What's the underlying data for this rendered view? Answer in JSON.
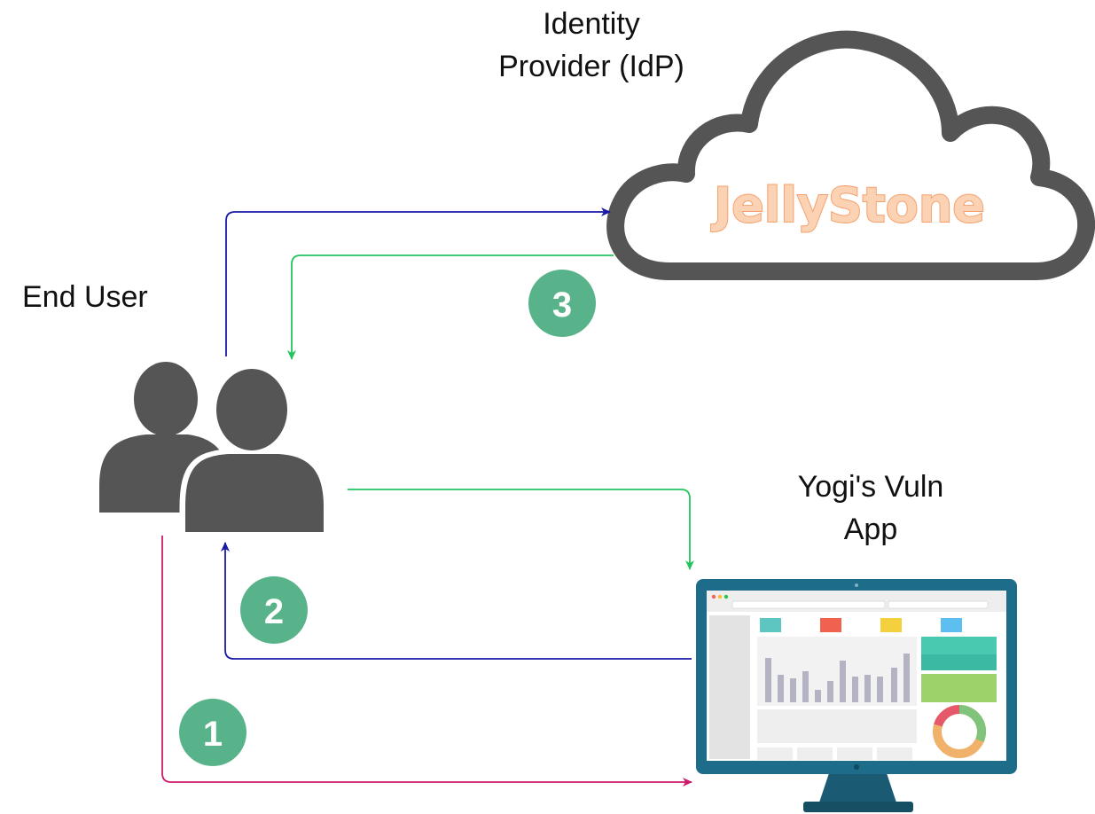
{
  "labels": {
    "idp_line1": "Identity",
    "idp_line2": "Provider (IdP)",
    "end_user": "End User",
    "app_line1": "Yogi's Vuln",
    "app_line2": "App",
    "brand": "JellyStone"
  },
  "steps": [
    {
      "number": "1",
      "color": "#59b38a"
    },
    {
      "number": "2",
      "color": "#59b38a"
    },
    {
      "number": "3",
      "color": "#59b38a"
    }
  ],
  "colors": {
    "cloud_stroke": "#555555",
    "user_icon": "#555555",
    "arrow_magenta": "#cc1a6e",
    "arrow_blue": "#1a1aa8",
    "arrow_green": "#23c45e",
    "brand_fill": "#fbd3b4",
    "brand_stroke": "#f5a06c",
    "monitor_frame": "#1d6d8a"
  },
  "icons": {
    "identity_provider": "cloud-icon",
    "end_user": "users-icon",
    "app": "monitor-icon"
  }
}
